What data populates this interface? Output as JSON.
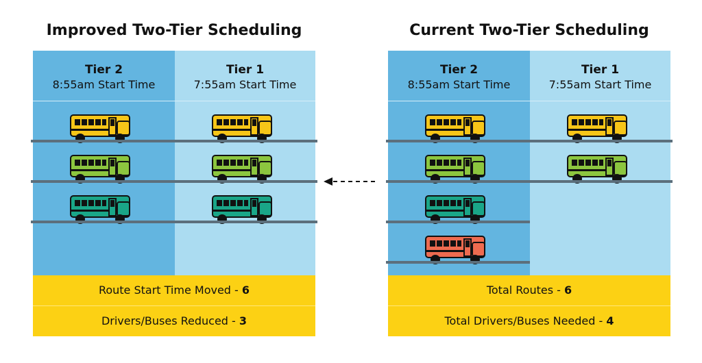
{
  "improved": {
    "title": "Improved Two-Tier Scheduling",
    "tier2": {
      "name": "Tier 2",
      "time": "8:55am Start Time"
    },
    "tier1": {
      "name": "Tier 1",
      "time": "7:55am Start Time"
    },
    "footer1": {
      "text": "Route Start Time Moved -",
      "value": "6"
    },
    "footer2": {
      "text": "Drivers/Buses Reduced -",
      "value": "3"
    }
  },
  "current": {
    "title": "Current Two-Tier Scheduling",
    "tier2": {
      "name": "Tier 2",
      "time": "8:55am Start Time"
    },
    "tier1": {
      "name": "Tier 1",
      "time": "7:55am Start Time"
    },
    "footer1": {
      "text": "Total Routes -",
      "value": "6"
    },
    "footer2": {
      "text": "Total Drivers/Buses Needed -",
      "value": "4"
    }
  },
  "colors": {
    "tier2_bg": "#63b5e0",
    "tier1_bg": "#abdcf1",
    "footer_bg": "#fcd114",
    "road": "#5c6f7c",
    "bus_yellow": "#f7c618",
    "bus_green": "#8cc63f",
    "bus_teal": "#1aa688",
    "bus_red": "#ee6b50"
  },
  "icons": [
    "school-bus-icon",
    "arrow-left-icon"
  ]
}
